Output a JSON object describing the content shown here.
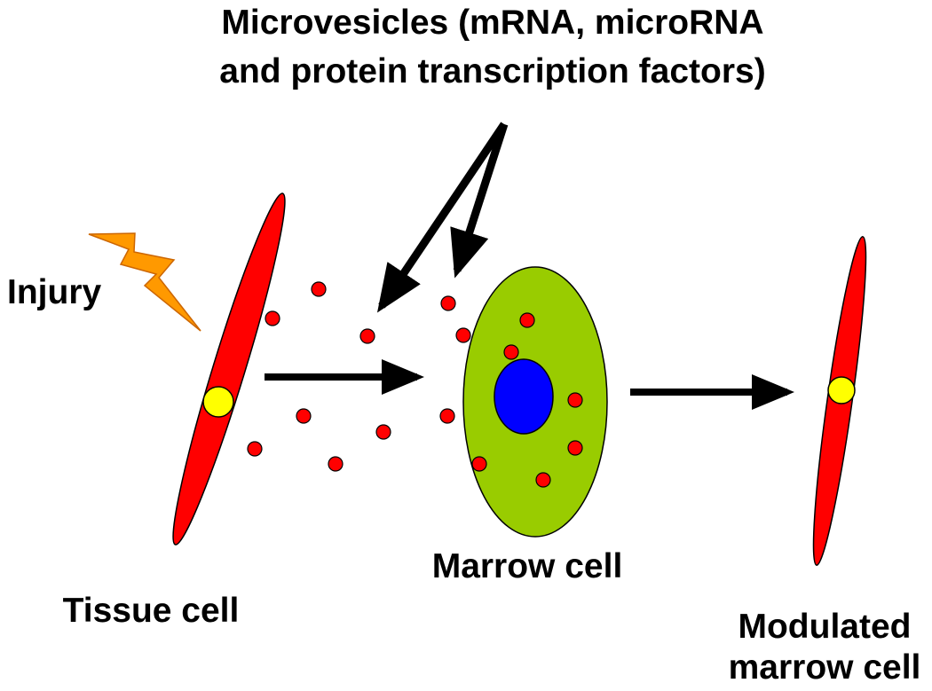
{
  "labels": {
    "microvesicles_line1": "Microvesicles (mRNA, microRNA",
    "microvesicles_line2": "and protein transcription factors)",
    "injury": "Injury",
    "tissue_cell": "Tissue cell",
    "marrow_cell": "Marrow cell",
    "modulated_line1": "Modulated",
    "modulated_line2": "marrow cell"
  },
  "colors": {
    "cell_red": "#ff0000",
    "nucleus_yellow": "#ffff00",
    "marrow_green": "#99cc00",
    "marrow_nucleus_blue": "#0000ff",
    "lightning_orange": "#ff9900",
    "arrow_black": "#000000"
  },
  "icons": {
    "injury": "lightning-bolt-icon"
  }
}
